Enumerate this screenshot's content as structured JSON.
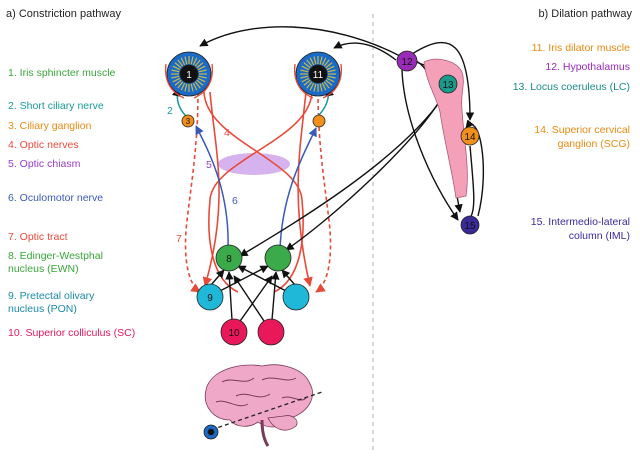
{
  "headers": {
    "left": "a) Constriction pathway",
    "right": "b) Dilation pathway"
  },
  "legend_left": [
    {
      "text": "1. Iris sphincter muscle",
      "color": "#3aa63a"
    },
    {
      "text": "2. Short ciliary nerve",
      "color": "#1a9a9a"
    },
    {
      "text": "3. Ciliary ganglion",
      "color": "#e88a10"
    },
    {
      "text": "4. Optic nerves",
      "color": "#e84a3a"
    },
    {
      "text": "5. Optic chiasm",
      "color": "#9a3ac8"
    },
    {
      "text": "6. Oculomotor nerve",
      "color": "#3a5ab8"
    },
    {
      "text": "7. Optic tract",
      "color": "#e84a3a"
    },
    {
      "text": "8. Edinger-Westphal",
      "color": "#3aa63a"
    },
    {
      "text": "nucleus (EWN)",
      "color": "#3aa63a"
    },
    {
      "text": "9. Pretectal olivary",
      "color": "#1a8aa8"
    },
    {
      "text": "nucleus (PON)",
      "color": "#1a8aa8"
    },
    {
      "text": "10. Superior colliculus (SC)",
      "color": "#e0185a"
    }
  ],
  "legend_right": [
    {
      "text": "11. Iris dilator muscle",
      "color": "#e88a10"
    },
    {
      "text": "12. Hypothalamus",
      "color": "#9a2ab8"
    },
    {
      "text": "13. Locus coeruleus (LC)",
      "color": "#1a8a8a"
    },
    {
      "text": "14. Superior cervical",
      "color": "#e88a10"
    },
    {
      "text": "ganglion (SCG)",
      "color": "#e88a10"
    },
    {
      "text": "15. Intermedio-lateral",
      "color": "#3a2a98"
    },
    {
      "text": "column (IML)",
      "color": "#3a2a98"
    }
  ],
  "node_numbers": {
    "eye_left": "1",
    "eye_right": "11",
    "cg": "3",
    "ewn": "8",
    "pon": "9",
    "sc": "10",
    "hyp": "12",
    "lc": "13",
    "scg": "14",
    "iml": "15"
  },
  "annotations": {
    "a2": "2",
    "a4": "4",
    "a5": "5",
    "a6": "6",
    "a7": "7"
  },
  "colors": {
    "eye_outer": "#1a6ac8",
    "eye_pupil": "#111111",
    "iris_ray": "#c8b84a",
    "optic": "#e84a3a",
    "oculomotor": "#3a5ab8",
    "chiasm": "#c89ae8",
    "ewn": "#3aaa4a",
    "pon": "#20b8d8",
    "sc": "#e8185a",
    "hyp": "#9a2ab8",
    "lc": "#1a9a8a",
    "scg": "#f0901a",
    "iml": "#3a2a98",
    "brainstem": "#f4a0b8",
    "brain": "#f0a8c8"
  }
}
